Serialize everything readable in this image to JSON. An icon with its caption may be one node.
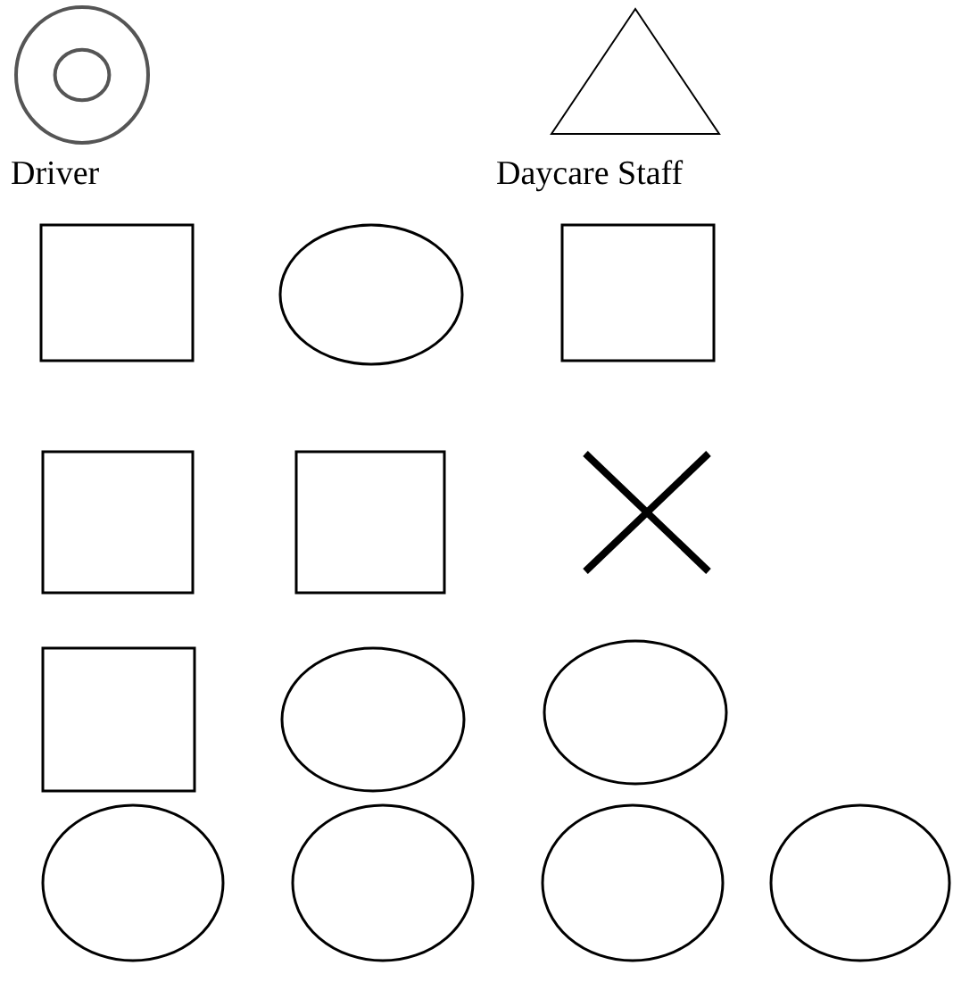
{
  "diagram": {
    "nodes": [
      {
        "text": [
          "Driver"
        ]
      },
      {
        "text": [
          "Daycare Staff"
        ]
      },
      {
        "text": [],
        "shape": "box"
      },
      {
        "text": [],
        "shape": "circle"
      },
      {
        "text": [],
        "shape": "box"
      },
      {
        "text": [],
        "shape": "box"
      },
      {
        "text": [],
        "shape": "box"
      },
      {
        "text": [],
        "shape": "cross"
      },
      {
        "text": [],
        "shape": "box"
      },
      {
        "text": [],
        "shape": "circle"
      },
      {
        "text": [],
        "shape": "circle"
      },
      {
        "text": [],
        "shape": "circle"
      },
      {
        "text": [],
        "shape": "circle"
      },
      {
        "text": [],
        "shape": "circle"
      },
      {
        "text": [],
        "shape": "circle"
      }
    ]
  }
}
